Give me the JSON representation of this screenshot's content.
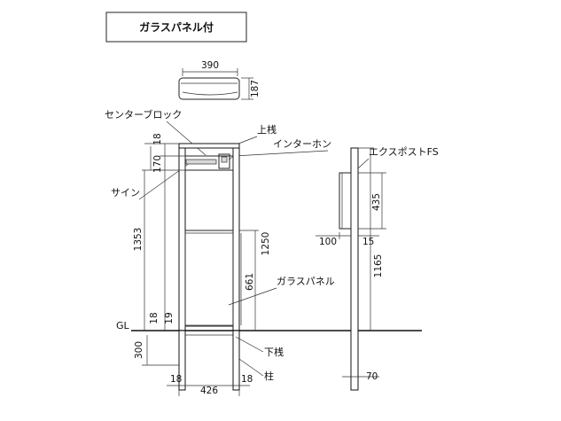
{
  "title_box": {
    "text": "ガラスパネル付"
  },
  "labels": {
    "center_block": "センターブロック",
    "upper_rail": "上桟",
    "intercom": "インターホン",
    "sign": "サイン",
    "glass_panel": "ガラスパネル",
    "lower_rail": "下桟",
    "post": "柱",
    "ground": "GL",
    "ex_post": "エクスポストFS"
  },
  "dimensions": {
    "top_width": "390",
    "top_depth": "187",
    "d18_top": "18",
    "d170": "170",
    "d1353": "1353",
    "d1250": "1250",
    "d661": "661",
    "d18_gl": "18",
    "d19_gl": "19",
    "d300": "300",
    "d18_bottom_left": "18",
    "d426": "426",
    "d18_bottom_right": "18",
    "d435": "435",
    "d100": "100",
    "d15": "15",
    "d1165": "1165",
    "d70": "70"
  }
}
